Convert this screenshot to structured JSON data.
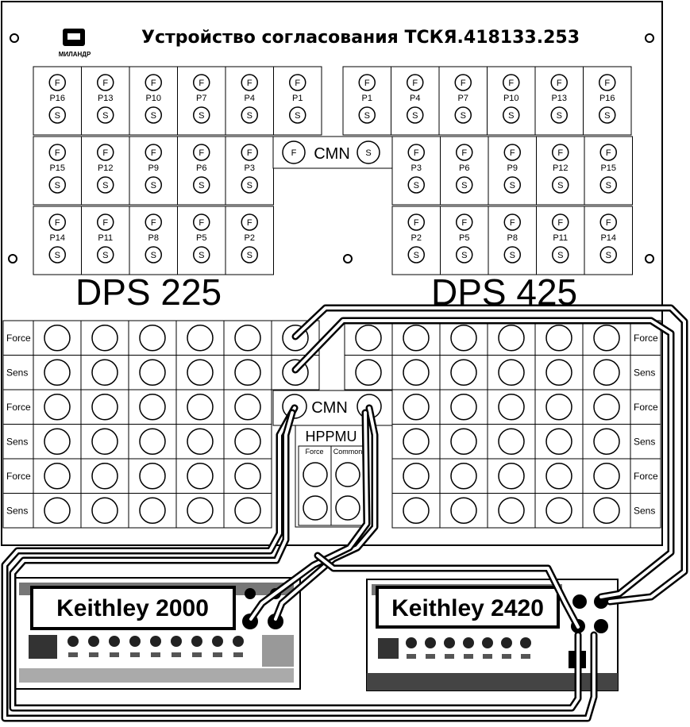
{
  "title": "Устройство согласования ТСКЯ.418133.253",
  "logo_text": "МИЛАНДР",
  "dps_left_label": "DPS 225",
  "dps_right_label": "DPS 425",
  "pin_force": "F",
  "pin_sense": "S",
  "cmn_label": "CMN",
  "hppmu_label": "HPPMU",
  "hppmu_force": "Force",
  "hppmu_common": "Common",
  "row_labels": [
    "Force",
    "Sens",
    "Force",
    "Sens",
    "Force",
    "Sens"
  ],
  "left_pins": [
    [
      "P16",
      "P13",
      "P10",
      "P7",
      "P4",
      "P1"
    ],
    [
      "P15",
      "P12",
      "P9",
      "P6",
      "P3"
    ],
    [
      "P14",
      "P11",
      "P8",
      "P5",
      "P2"
    ]
  ],
  "right_pins": [
    [
      "P1",
      "P4",
      "P7",
      "P10",
      "P13",
      "P16"
    ],
    [
      "P3",
      "P6",
      "P9",
      "P12",
      "P15"
    ],
    [
      "P2",
      "P5",
      "P8",
      "P11",
      "P14"
    ]
  ],
  "instrument_left": "Keithley 2000",
  "instrument_right": "Keithley 2420"
}
